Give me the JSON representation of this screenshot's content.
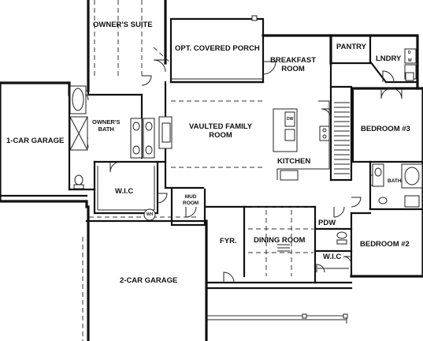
{
  "rooms": {
    "owners_suite": "OWNER'S SUITE",
    "covered_porch": "OPT. COVERED PORCH",
    "breakfast_line1": "BREAKFAST",
    "breakfast_line2": "ROOM",
    "pantry": "PANTRY",
    "laundry": "LNDRY",
    "garage_1car": "1-CAR GARAGE",
    "owners_bath_line1": "OWNER'S",
    "owners_bath_line2": "BATH",
    "family_line1": "VAULTED FAMILY",
    "family_line2": "ROOM",
    "kitchen": "KITCHEN",
    "bedroom3": "BEDROOM #3",
    "owner_wic": "W.I.C",
    "mud_line1": "MUD",
    "mud_line2": "ROOM",
    "bath": "BATH",
    "foyer": "FYR.",
    "dining": "DINING ROOM",
    "powder": "PDW",
    "bedroom2": "BEDROOM #2",
    "bed2_wic": "W.I.C",
    "garage_2car": "2-CAR GARAGE"
  },
  "fixture_labels": {
    "water_heater": "WH",
    "dishwasher": "DW",
    "washer": "W",
    "dryer": "D"
  }
}
